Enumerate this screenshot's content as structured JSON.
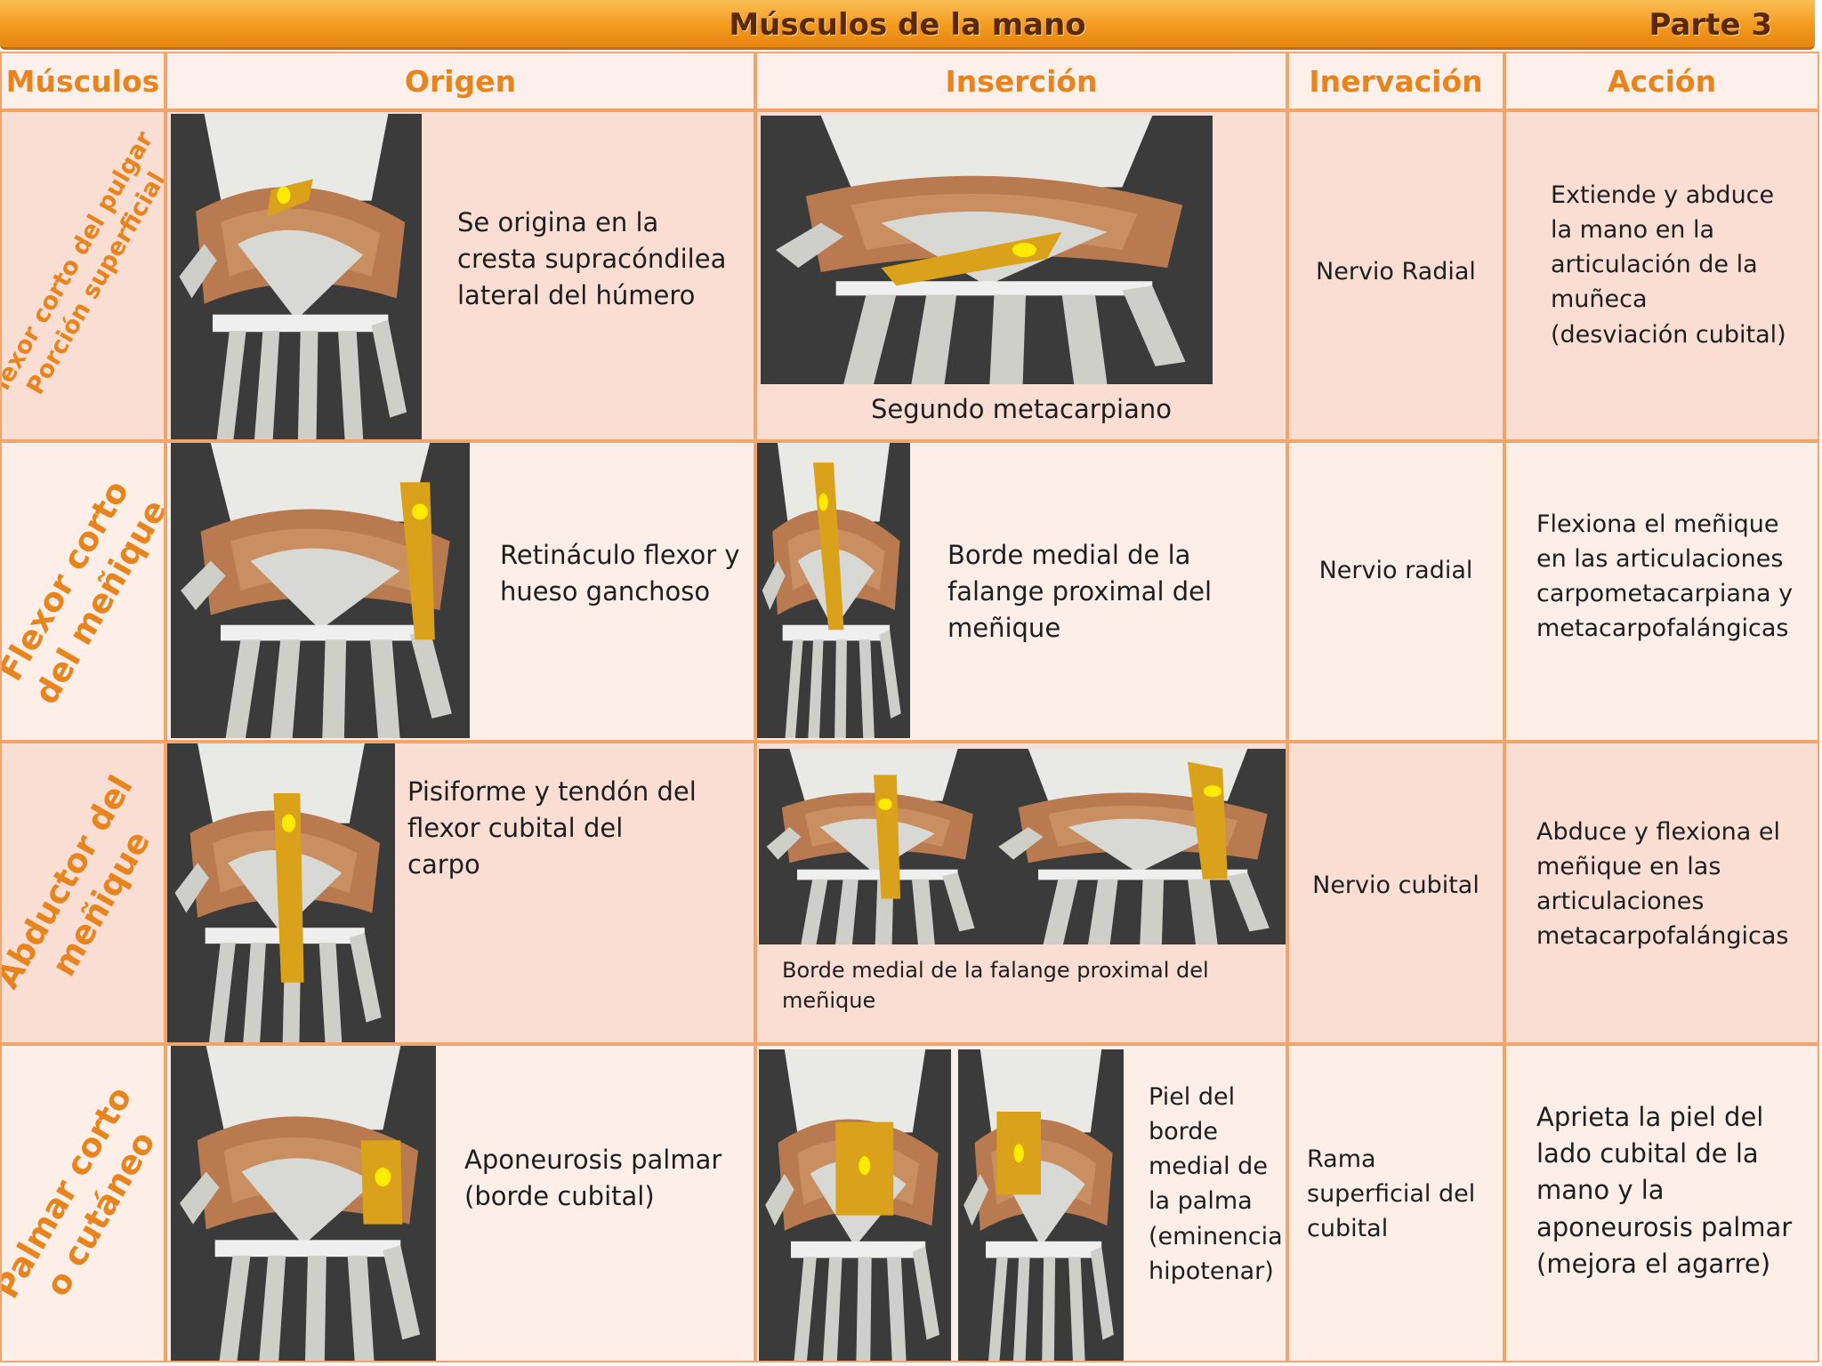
{
  "title": "Músculos de la mano",
  "part": "Parte 3",
  "headers": {
    "muscles": "Músculos",
    "origin": "Origen",
    "insertion": "Inserción",
    "innervation": "Inervación",
    "action": "Acción"
  },
  "rows": [
    {
      "muscle_line1": "Flexor corto del pulgar",
      "muscle_line2": "Porción superficial",
      "origin": "Se origina en la cresta supracóndilea lateral del húmero",
      "insertion": "Segundo metacarpiano",
      "innervation": "Nervio Radial",
      "action": "Extiende y abduce la mano en la articulación de la muñeca (desviación cubital)"
    },
    {
      "muscle_line1": "Flexor corto",
      "muscle_line2": "del meñique",
      "origin": "Retináculo flexor y hueso ganchoso",
      "insertion": "Borde medial de la falange proximal del meñique",
      "innervation": "Nervio radial",
      "action": "Flexiona el meñique en las articulaciones carpometacarpiana y metacarpofalángicas"
    },
    {
      "muscle_line1": "Abductor del",
      "muscle_line2": "meñique",
      "origin": "Pisiforme y tendón del flexor cubital del carpo",
      "insertion": "Borde medial de la falange proximal del meñique",
      "innervation": "Nervio cubital",
      "action": "Abduce y flexiona el meñique en las articulaciones metacarpofalángicas"
    },
    {
      "muscle_line1": "Palmar corto",
      "muscle_line2": "o cutáneo",
      "origin": "Aponeurosis palmar (borde cubital)",
      "insertion": "Piel del borde medial de la palma (eminencia hipotenar)",
      "innervation": "Rama superficial del cubital",
      "action": "Aprieta la piel del lado cubital de la mano y la aponeurosis palmar (mejora el agarre)"
    }
  ],
  "colors": {
    "header_orange": "#e8841e",
    "row_dark": "#fbded3",
    "row_light": "#fdeee8",
    "border": "#f2a56a",
    "highlight_muscle": "#d9a21a",
    "marker": "#ffea00"
  }
}
